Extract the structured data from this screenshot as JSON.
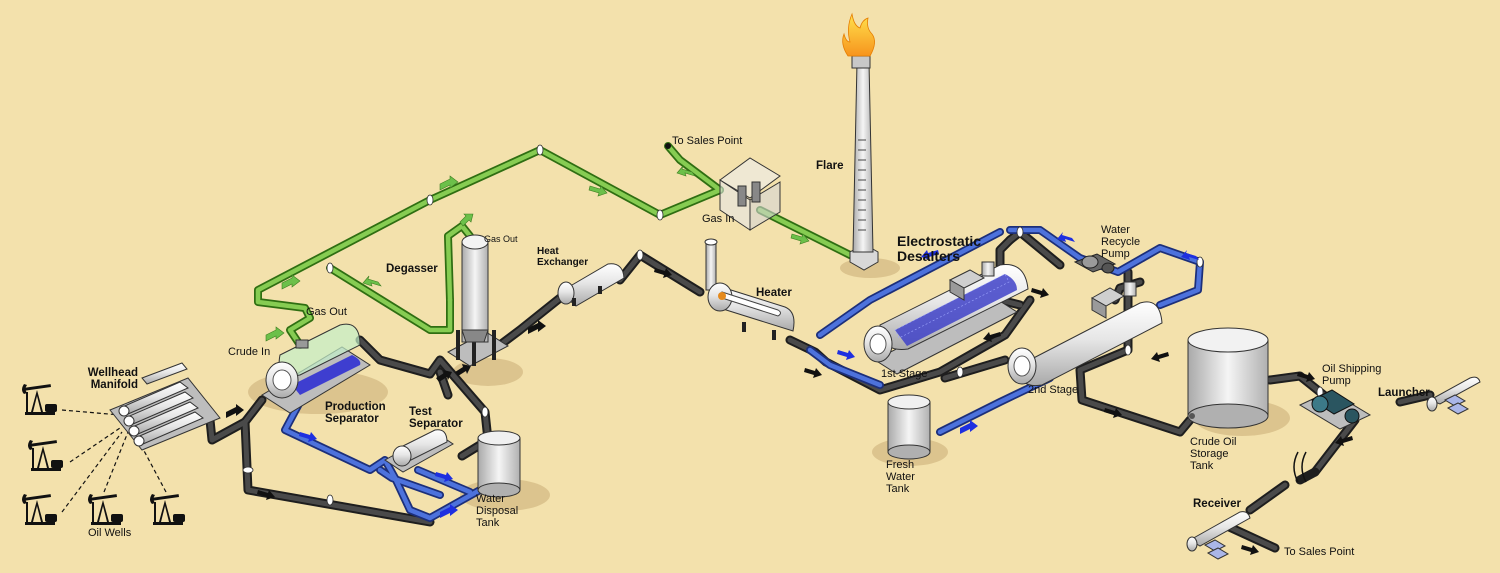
{
  "colors": {
    "background": "#F3E1AC",
    "pipe_dark": "#2B2B2B",
    "pipe_green": "#76C043",
    "pipe_blue": "#3F63C9",
    "arrow_dark": "#111111",
    "arrow_green": "#6CC04A",
    "arrow_blue": "#1E2FE0",
    "vessel": "#E3E3E3",
    "flame": "#F6A623"
  },
  "labels": {
    "wellhead_manifold": "Wellhead\nManifold",
    "oil_wells": "Oil Wells",
    "crude_in": "Crude In",
    "gas_out_separator": "Gas Out",
    "production_separator": "Production\nSeparator",
    "test_separator": "Test\nSeparator",
    "water_disposal_tank": "Water\nDisposal\nTank",
    "degasser": "Degasser",
    "gas_out_degasser": "Gas Out",
    "heat_exchanger": "Heat\nExchanger",
    "heater": "Heater",
    "to_sales_point_gas": "To Sales Point",
    "gas_in": "Gas In",
    "flare": "Flare",
    "electrostatic_desalters": "Electrostatic\nDesalters",
    "water_recycle_pump": "Water\nRecycle\nPump",
    "first_stage": "1st Stage",
    "second_stage": "2nd Stage",
    "fresh_water_tank": "Fresh\nWater\nTank",
    "crude_oil_storage_tank": "Crude Oil\nStorage\nTank",
    "oil_shipping_pump": "Oil Shipping\nPump",
    "launcher": "Launcher",
    "receiver": "Receiver",
    "to_sales_point_oil": "To Sales Point"
  },
  "icons": {
    "pumpjack": "oil-pumpjack-icon",
    "flame": "flame-icon",
    "flow_arrow": "flow-arrow-icon"
  }
}
